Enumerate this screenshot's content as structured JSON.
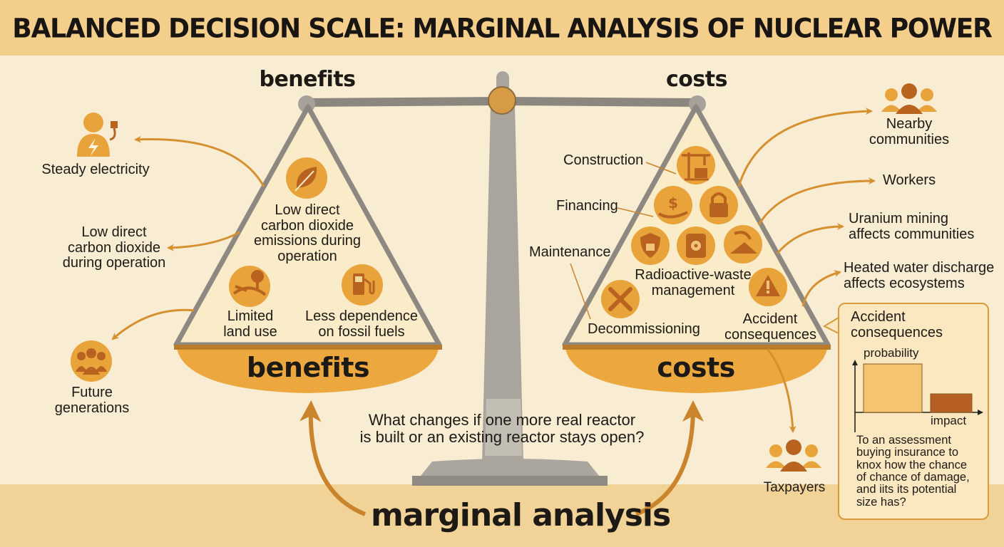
{
  "title": "BALANCED DECISION SCALE: MARGINAL ANALYSIS OF NUCLEAR POWER",
  "headings": {
    "benefits": "benefits",
    "costs": "costs"
  },
  "pans": {
    "benefits": "benefits",
    "costs": "costs"
  },
  "question": {
    "line1": "What changes if one more real reactor",
    "line2": "is built or an existing reactor stays open?"
  },
  "marginal_analysis": "marginal analysis",
  "benefits_inside": {
    "emissions": [
      "Low direct",
      "carbon dioxide",
      "emissions during",
      "operation"
    ],
    "land": [
      "Limited",
      "land use"
    ],
    "fossil": [
      "Less dependence",
      "on fossil fuels"
    ]
  },
  "benefits_outside": {
    "electricity": "Steady electricity",
    "co2": [
      "Low direct",
      "carbon dioxide",
      "during operation"
    ],
    "future": [
      "Future",
      "generations"
    ]
  },
  "costs_inside": {
    "construction": "Construction",
    "financing": "Financing",
    "maintenance": "Maintenance",
    "waste": [
      "Radioactive-waste",
      "management"
    ],
    "decommissioning": "Decommissioning",
    "accident": [
      "Accident",
      "consequences"
    ]
  },
  "costs_outside": {
    "communities": [
      "Nearby",
      "communities"
    ],
    "workers": "Workers",
    "uranium": [
      "Uranium mining",
      "affects communities"
    ],
    "water": [
      "Heated water discharge",
      "affects ecosystems"
    ],
    "taxpayers": "Taxpayers"
  },
  "risk_panel": {
    "title": [
      "Accident",
      "consequences"
    ],
    "y_label": "probability",
    "x_label": "impact",
    "note": [
      "To an assessment",
      "buying insurance to",
      "knox how the chance",
      "of chance of damage,",
      "and iits its potential",
      "size has?"
    ]
  },
  "colors": {
    "icon_fill": "#e8a33a",
    "icon_dark": "#b86420",
    "pan": "#eca83e",
    "beam": "#8c877e",
    "arrow": "#d5902f",
    "background": "#f8ecd3",
    "title_band": "#f3cf8b"
  },
  "icons": [
    "person-plug-icon",
    "leaf-icon",
    "tree-land-icon",
    "fuel-pump-icon",
    "people-group-icon",
    "crane-icon",
    "money-hand-icon",
    "lock-icon",
    "shield-lock-icon",
    "radioactive-barrel-icon",
    "mining-icon",
    "tools-icon",
    "accident-warning-icon"
  ]
}
